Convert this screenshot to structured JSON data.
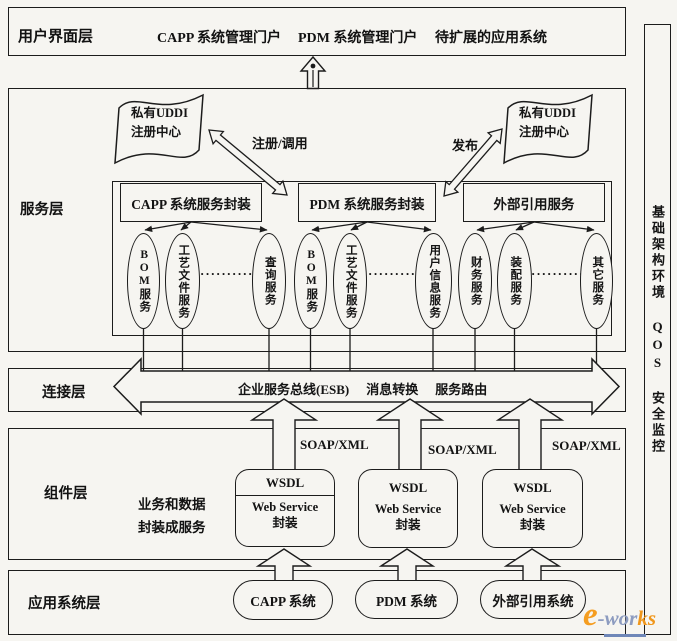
{
  "ui_layer": {
    "label": "用户界面层",
    "portal_capp": "CAPP 系统管理门户",
    "portal_pdm": "PDM 系统管理门户",
    "portal_future": "待扩展的应用系统"
  },
  "service_layer": {
    "label": "服务层",
    "uddi_line1": "私有UDDI",
    "uddi_line2": "注册中心",
    "register_label": "注册/调用",
    "publish_label": "发布",
    "box_capp": "CAPP 系统服务封装",
    "box_pdm": "PDM 系统服务封装",
    "box_ext": "外部引用服务",
    "g1": {
      "e1": "BOM服务",
      "e2": "工艺文件服务",
      "dots": "·············",
      "e3": "查询服务"
    },
    "g2": {
      "e1": "BOM服务",
      "e2": "工艺文件服务",
      "dots": "·············",
      "e3": "用户信息服务"
    },
    "g3": {
      "e1": "财务服务",
      "e2": "装配服务",
      "dots": "·············",
      "e3": "其它服务"
    }
  },
  "connection_layer": {
    "label": "连接层",
    "esb": "企业服务总线(ESB)",
    "transform": "消息转换",
    "route": "服务路由"
  },
  "component_layer": {
    "label": "组件层",
    "desc1": "业务和数据",
    "desc2": "封装成服务",
    "soap": "SOAP/XML",
    "wsdl_title": "WSDL",
    "wsdl_line1": "Web Service",
    "wsdl_line2": "封装"
  },
  "application_layer": {
    "label": "应用系统层",
    "sys_capp": "CAPP 系统",
    "sys_pdm": "PDM 系统",
    "sys_ext": "外部引用系统"
  },
  "infrastructure_bar": {
    "label": "基础架构环境 QOS 安全监控"
  },
  "watermark": {
    "e": "e",
    "mid": "-wor",
    "end": "ks"
  }
}
